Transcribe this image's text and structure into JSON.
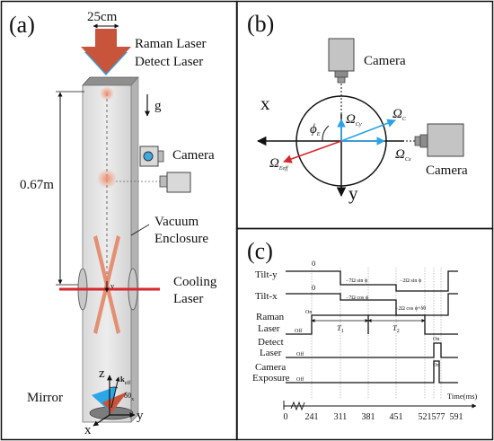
{
  "panels": {
    "a": {
      "label": "(a)",
      "beam_width": "25cm",
      "raman_laser": "Raman Laser",
      "detect_laser": "Detect Laser",
      "gravity": "g",
      "height": "0.67m",
      "camera": "Camera",
      "vacuum_line1": "Vacuum",
      "vacuum_line2": "Enclosure",
      "cooling_line1": "Cooling",
      "cooling_line2": "Laser",
      "mirror": "Mirror",
      "axis_z": "z",
      "axis_x": "x",
      "axis_y": "y",
      "k_eff": "k",
      "k_eff_sub": "eff",
      "dtheta": "δθ",
      "dtheta_sub": "x",
      "atom_v": "v"
    },
    "b": {
      "label": "(b)",
      "camera_top": "Camera",
      "camera_right": "Camera",
      "axis_x": "x",
      "axis_y": "y",
      "phi": "ϕ",
      "phi_sub": "E",
      "omega": "Ω",
      "omega_c_sub": "C",
      "omega_cy_sub": "Cy",
      "omega_cx_sub": "Cx",
      "omega_eeff_sub": "Eeff",
      "colors": {
        "blue": "#2aa3e8",
        "red": "#d8262e",
        "black": "#111111"
      }
    },
    "c": {
      "label": "(c)",
      "rows": [
        "Tilt-y",
        "Tilt-x",
        "Raman",
        "Laser",
        "Detect",
        "Laser",
        "Camera",
        "Exposure"
      ],
      "zero": "0",
      "off": "Off",
      "on": "On",
      "tilty_a": "−7Ω",
      "tilty_a_rest": " sin ϕ",
      "tilty_b": "−2Ω",
      "tilty_b_rest": " sin ϕ",
      "tiltx_a": "−7Ω",
      "tiltx_a_rest": " cos ϕ",
      "tiltx_b": "−2Ω",
      "tiltx_b_rest": " cos ϕ",
      "tiltx_b_extra": "+δθ",
      "t1": "T",
      "t1_sub": "1",
      "t2": "T",
      "t2_sub": "2",
      "time_label": "Time(ms)",
      "ticks": [
        "0",
        "241",
        "311",
        "381",
        "451",
        "521",
        "577",
        "591"
      ]
    }
  }
}
